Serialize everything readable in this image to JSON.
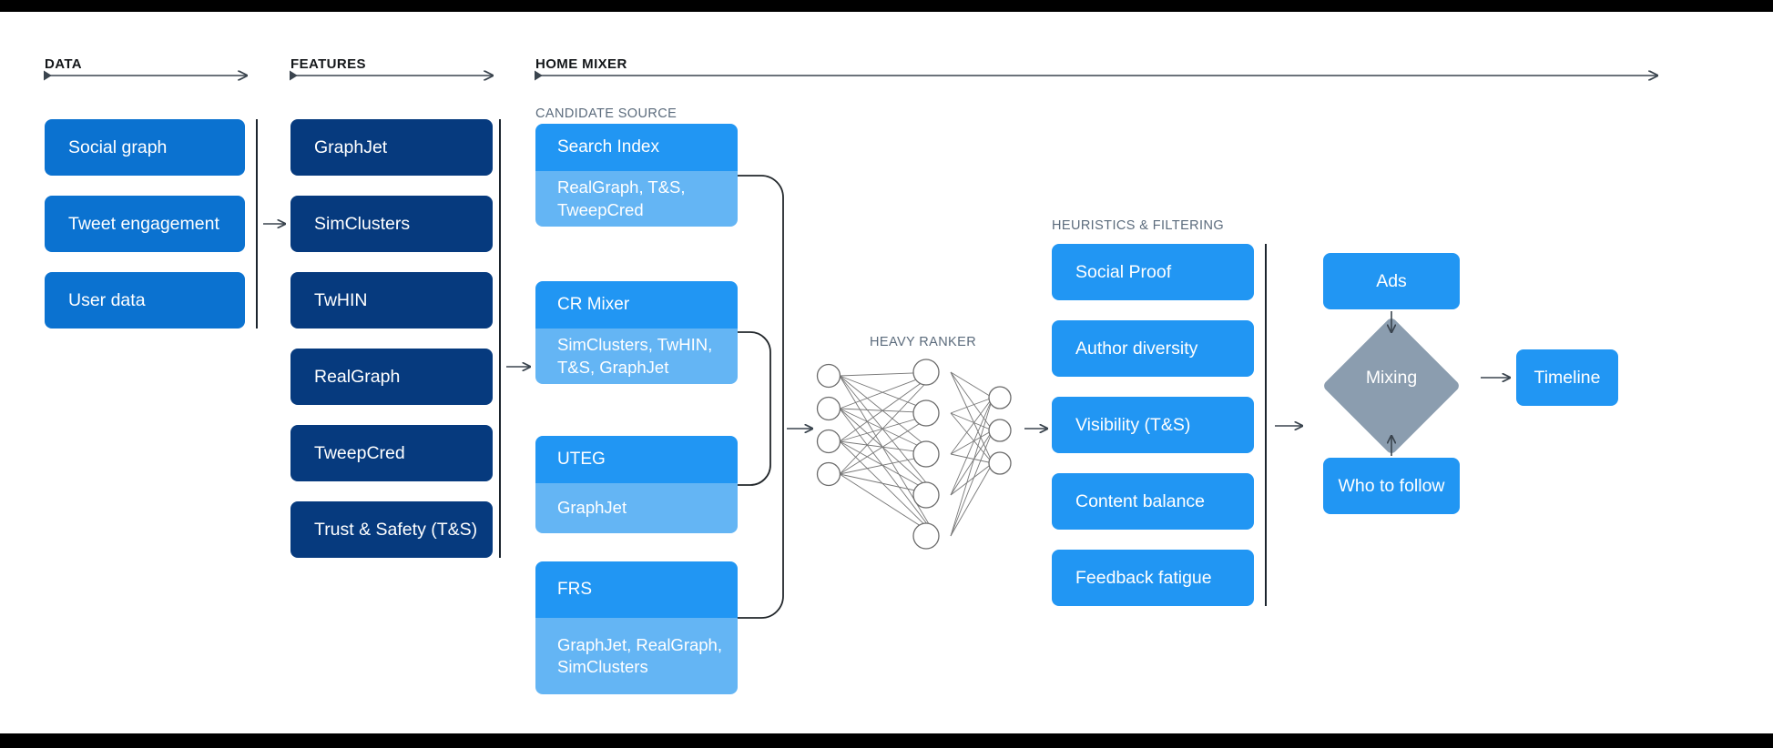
{
  "sections": {
    "data": {
      "title": "DATA"
    },
    "features": {
      "title": "FEATURES"
    },
    "home_mixer": {
      "title": "HOME MIXER"
    },
    "candidate_source": {
      "title": "CANDIDATE SOURCE"
    },
    "heavy_ranker": {
      "title": "HEAVY RANKER"
    },
    "heuristics": {
      "title": "HEURISTICS & FILTERING"
    }
  },
  "data_boxes": [
    {
      "label": "Social graph"
    },
    {
      "label": "Tweet engagement"
    },
    {
      "label": "User data"
    }
  ],
  "feature_boxes": [
    {
      "label": "GraphJet"
    },
    {
      "label": "SimClusters"
    },
    {
      "label": "TwHIN"
    },
    {
      "label": "RealGraph"
    },
    {
      "label": "TweepCred"
    },
    {
      "label": "Trust & Safety (T&S)"
    }
  ],
  "candidate_sources": [
    {
      "name": "Search Index",
      "detail": "RealGraph, T&S,\nTweepCred"
    },
    {
      "name": "CR Mixer",
      "detail": "SimClusters, TwHIN,\nT&S, GraphJet"
    },
    {
      "name": "UTEG",
      "detail": "GraphJet"
    },
    {
      "name": "FRS",
      "detail": "GraphJet, RealGraph,\nSimClusters"
    }
  ],
  "heuristic_boxes": [
    {
      "label": "Social Proof"
    },
    {
      "label": "Author diversity"
    },
    {
      "label": "Visibility (T&S)"
    },
    {
      "label": "Content balance"
    },
    {
      "label": "Feedback fatigue"
    }
  ],
  "output": {
    "ads": "Ads",
    "who_to_follow": "Who to follow",
    "mixing": "Mixing",
    "timeline": "Timeline"
  },
  "colors": {
    "data_blue": "#0b72d0",
    "feature_navy": "#063a7e",
    "source_head": "#2196f3",
    "source_body": "#64b5f4",
    "heuristic_blue": "#2196f3",
    "diamond_grey": "#8b9daf",
    "line": "#1b242d"
  },
  "neural_net": {
    "layers": [
      4,
      5,
      3
    ]
  }
}
